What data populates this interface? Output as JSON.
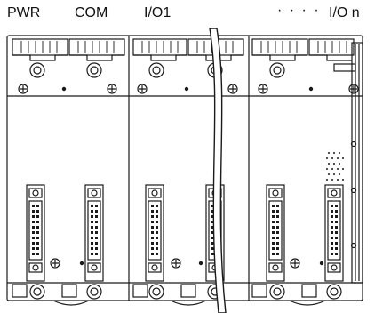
{
  "labels": {
    "pwr": "PWR",
    "com": "COM",
    "io1": "I/O1",
    "dots": "· · · ·",
    "ion": "I/O n"
  },
  "colors": {
    "stroke": "#1a1a1a",
    "background": "#ffffff",
    "fill_light": "#f4f4f4"
  },
  "modules": [
    {
      "id": "pwr",
      "connector": "pin-header"
    },
    {
      "id": "com",
      "connector": "pin-header"
    },
    {
      "id": "io1",
      "connector": "pin-header"
    },
    {
      "id": "io1b",
      "connector": "pin-header"
    },
    {
      "id": "ion-a",
      "connector": "pin-header"
    },
    {
      "id": "ion",
      "connector": "pin-header"
    }
  ]
}
